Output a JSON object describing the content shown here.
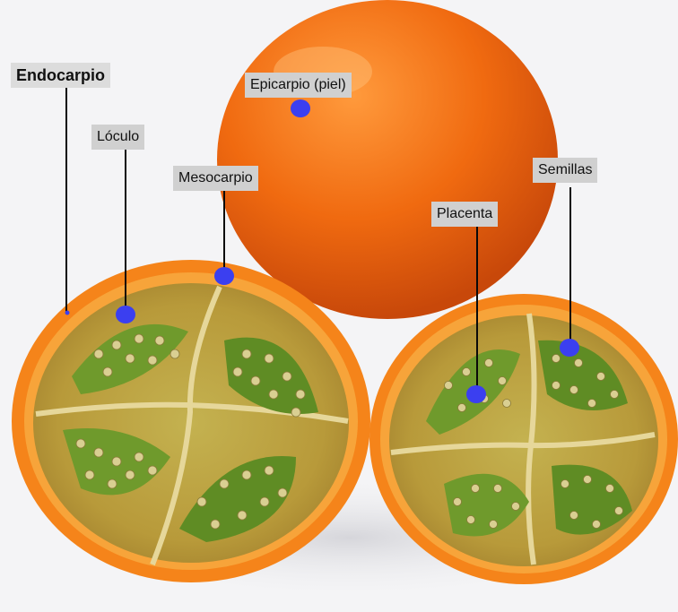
{
  "diagram": {
    "labels": {
      "endocarpio": "Endocarpio",
      "loculo": "Lóculo",
      "mesocarpio": "Mesocarpio",
      "epicarpio": "Epicarpio (piel)",
      "placenta": "Placenta",
      "semillas": "Semillas"
    },
    "colors": {
      "marker": "#3b3ff0",
      "label_bg": "#d0d0d0",
      "whole_fruit": "#f06a10",
      "rind": "#f5841a",
      "flesh": "#d8b64a",
      "core": "#6f9a2c",
      "seed": "#d9cf92"
    },
    "icons": [
      "whole-naranjilla",
      "halved-naranjilla-left",
      "halved-naranjilla-right"
    ]
  }
}
